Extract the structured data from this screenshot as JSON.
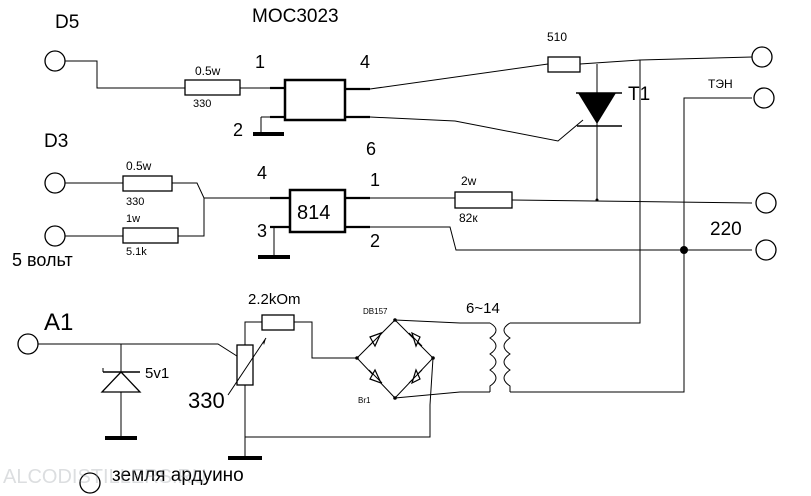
{
  "title": "MOC3023",
  "inputs": {
    "d5": "D5",
    "d3": "D3",
    "a1": "A1",
    "five_volt": "5 вольт",
    "ground_arduino": "земля ардуино"
  },
  "outputs": {
    "heater": "ТЭН",
    "mains": "220"
  },
  "optotriac": {
    "pin1": "1",
    "pin2": "2",
    "pin4": "4",
    "pin6": "6"
  },
  "optocoupler": {
    "name": "814",
    "pin1": "1",
    "pin2": "2",
    "pin3": "3",
    "pin4": "4"
  },
  "components": {
    "r_d5_power": "0.5w",
    "r_d5_value": "330",
    "r_d3_power": "0.5w",
    "r_d3_value": "330",
    "r_5v_power": "1w",
    "r_5v_value": "5.1k",
    "r_gate_value": "510",
    "triac_label": "T1",
    "r_sense_power": "2w",
    "r_sense_value": "82к",
    "r_a1_value": "2.2kOm",
    "zener_label": "5v1",
    "pot_value": "330",
    "bridge_label": "DB157",
    "bridge_ref": "Br1",
    "transformer_ratio": "6~14"
  },
  "watermark": "ALCODISTILLERS.RU"
}
